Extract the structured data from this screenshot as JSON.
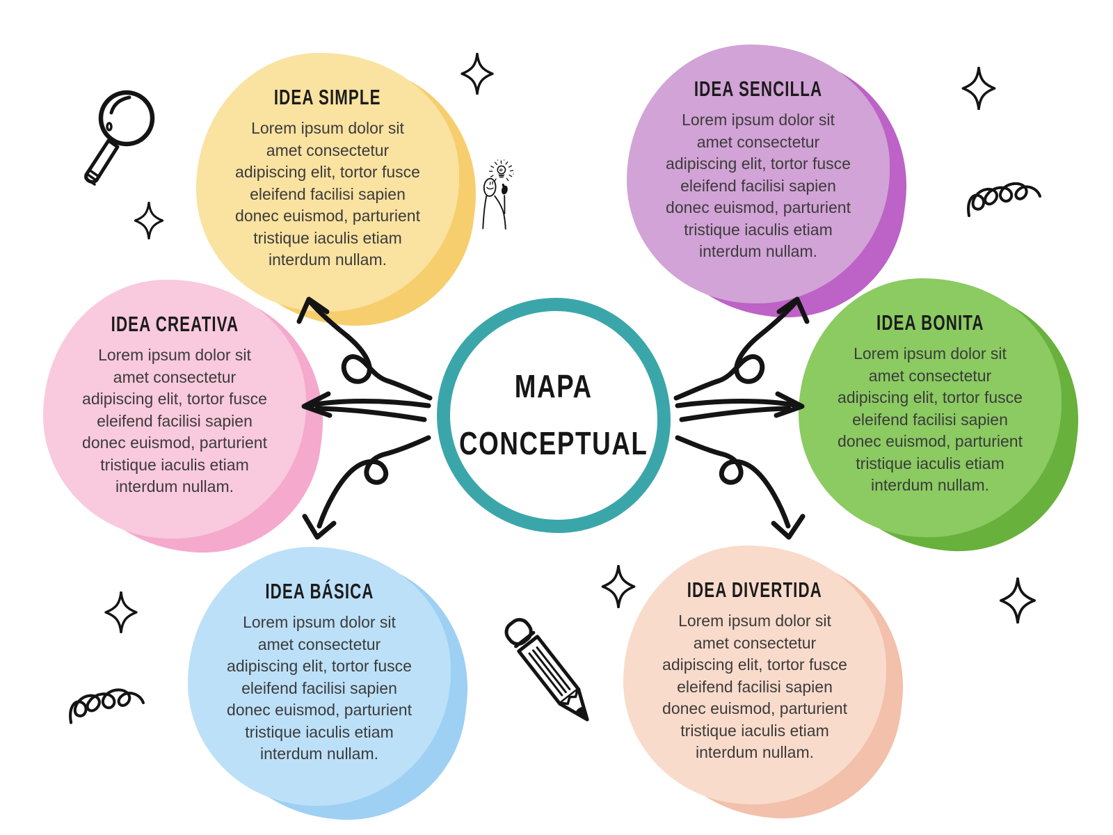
{
  "page": {
    "background": "#ffffff"
  },
  "center": {
    "lines": [
      "MAPA",
      "CONCEPTUAL"
    ],
    "ring_color": "#3BA6AA"
  },
  "nodes": [
    {
      "id": "idea-simple",
      "title": "IDEA SIMPLE",
      "body_lines": [
        "Lorem ipsum dolor sit",
        "amet consectetur",
        "adipiscing elit, tortor fusce",
        "eleifend facilisi sapien",
        "donec euismod, parturient",
        "tristique iaculis etiam",
        "interdum nullam."
      ],
      "fill": "#FAE2A0",
      "shadow": "#F6CE6E"
    },
    {
      "id": "idea-sencilla",
      "title": "IDEA SENCILLA",
      "body_lines": [
        "Lorem ipsum dolor sit",
        "amet consectetur",
        "adipiscing elit, tortor fusce",
        "eleifend facilisi sapien",
        "donec euismod, parturient",
        "tristique iaculis etiam",
        "interdum nullam."
      ],
      "fill": "#D2A3D6",
      "shadow": "#BD62C6"
    },
    {
      "id": "idea-creativa",
      "title": "IDEA CREATIVA",
      "body_lines": [
        "Lorem ipsum dolor sit",
        "amet consectetur",
        "adipiscing elit, tortor fusce",
        "eleifend facilisi sapien",
        "donec euismod, parturient",
        "tristique iaculis etiam",
        "interdum nullam."
      ],
      "fill": "#F9C9DD",
      "shadow": "#F5A9CD"
    },
    {
      "id": "idea-bonita",
      "title": "IDEA BONITA",
      "body_lines": [
        "Lorem ipsum dolor sit",
        "amet consectetur",
        "adipiscing elit, tortor fusce",
        "eleifend facilisi sapien",
        "donec euismod, parturient",
        "tristique iaculis etiam",
        "interdum nullam."
      ],
      "fill": "#8BCB62",
      "shadow": "#68B13C"
    },
    {
      "id": "idea-basica",
      "title": "IDEA BÁSICA",
      "body_lines": [
        "Lorem ipsum dolor sit",
        "amet consectetur",
        "adipiscing elit, tortor fusce",
        "eleifend facilisi sapien",
        "donec euismod, parturient",
        "tristique iaculis etiam",
        "interdum nullam."
      ],
      "fill": "#BCE0F8",
      "shadow": "#9DD0F3"
    },
    {
      "id": "idea-divertida",
      "title": "IDEA DIVERTIDA",
      "body_lines": [
        "Lorem ipsum dolor sit",
        "amet consectetur",
        "adipiscing elit, tortor fusce",
        "eleifend facilisi sapien",
        "donec euismod, parturient",
        "tristique iaculis etiam",
        "interdum nullam."
      ],
      "fill": "#F9DBCB",
      "shadow": "#F2C0AB"
    }
  ],
  "connectors": [
    {
      "from": "center",
      "to": "idea-simple",
      "style": "loop-arrow"
    },
    {
      "from": "center",
      "to": "idea-sencilla",
      "style": "loop-arrow"
    },
    {
      "from": "center",
      "to": "idea-creativa",
      "style": "straight-arrow"
    },
    {
      "from": "center",
      "to": "idea-bonita",
      "style": "straight-arrow"
    },
    {
      "from": "center",
      "to": "idea-basica",
      "style": "loop-arrow"
    },
    {
      "from": "center",
      "to": "idea-divertida",
      "style": "loop-arrow"
    }
  ],
  "decorations": {
    "ink": "#141414",
    "icons": [
      "magnifier-icon",
      "sparkle-icon",
      "spring-squiggle-icon",
      "pencil-icon",
      "stick-figure-icon",
      "lightbulb-icon"
    ]
  }
}
